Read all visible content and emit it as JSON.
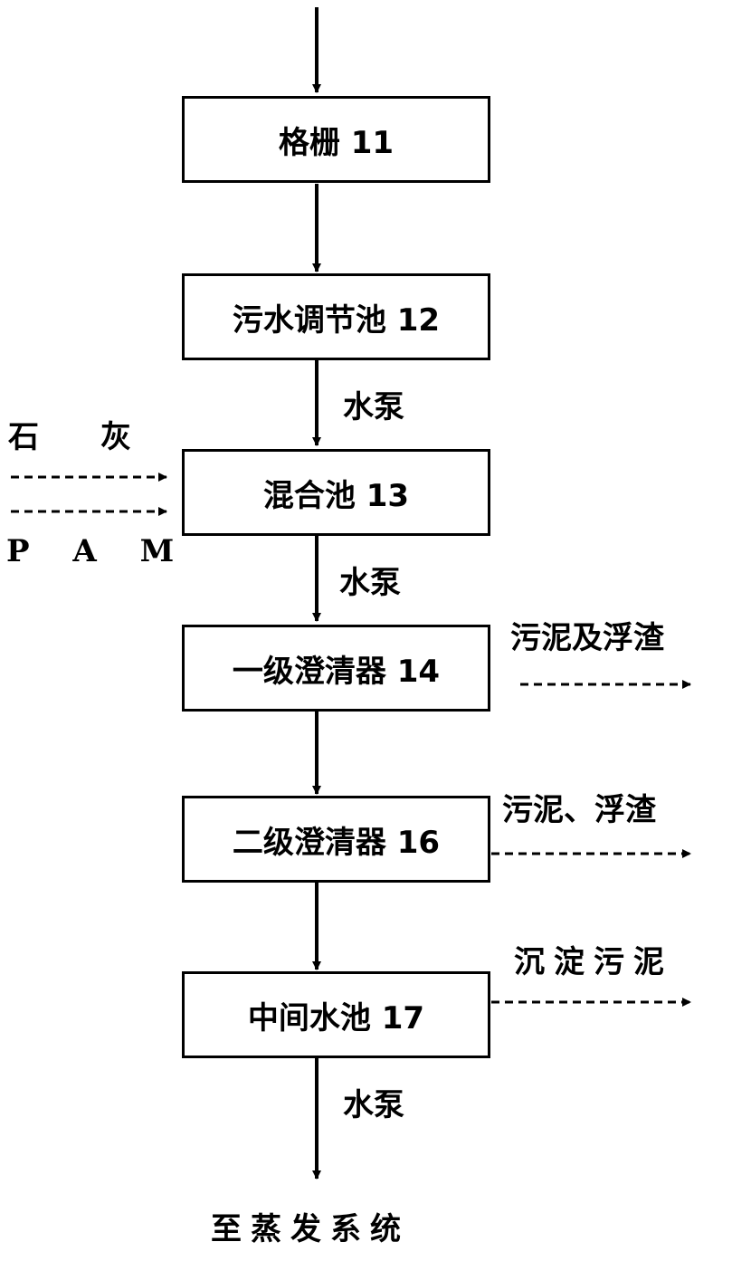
{
  "diagram": {
    "nodes": [
      {
        "id": "grille",
        "label": "格栅 11"
      },
      {
        "id": "sewage-regulating-tank",
        "label": "污水调节池 12"
      },
      {
        "id": "mixing-tank",
        "label": "混合池 13"
      },
      {
        "id": "primary-clarifier",
        "label": "一级澄清器 14"
      },
      {
        "id": "secondary-clarifier",
        "label": "二级澄清器 16"
      },
      {
        "id": "intermediate-water-tank",
        "label": "中间水池 17"
      }
    ],
    "edge_labels": {
      "pump_1": "水泵",
      "pump_2": "水泵",
      "pump_3": "水泵"
    },
    "inputs": {
      "lime": "石　　灰",
      "pam": "P A M"
    },
    "outputs": {
      "primary_sludge": "污泥及浮渣",
      "secondary_sludge": "污泥、浮渣",
      "settled_sludge": "沉淀污泥"
    },
    "final_destination": "至蒸发系统"
  }
}
